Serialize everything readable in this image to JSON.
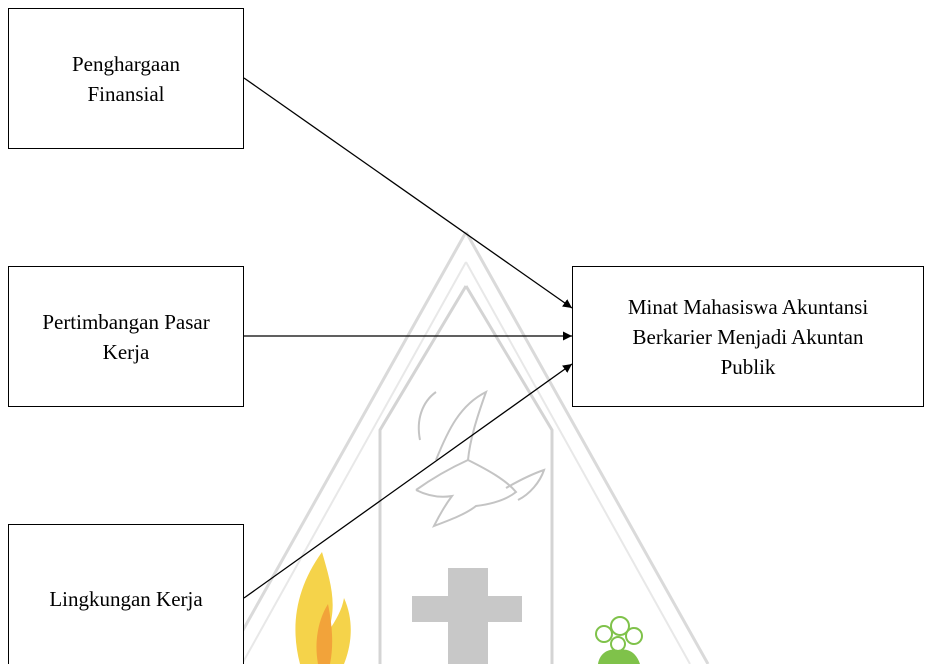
{
  "diagram": {
    "source_nodes": [
      {
        "id": "penghargaan",
        "lines": [
          "Penghargaan",
          "Finansial"
        ]
      },
      {
        "id": "pertimbangan",
        "lines": [
          "Pertimbangan Pasar",
          "Kerja"
        ]
      },
      {
        "id": "lingkungan",
        "lines": [
          "Lingkungan Kerja"
        ]
      }
    ],
    "target_node": {
      "id": "minat",
      "lines": [
        "Minat Mahasiswa Akuntansi",
        "Berkarier Menjadi Akuntan",
        "Publik"
      ]
    },
    "edges": [
      {
        "from": "penghargaan",
        "to": "minat"
      },
      {
        "from": "pertimbangan",
        "to": "minat"
      },
      {
        "from": "lingkungan",
        "to": "minat"
      }
    ]
  },
  "colors": {
    "line": "#000000",
    "watermark_gray": "#c8c8c8",
    "watermark_light": "#e4e4e4",
    "watermark_yellow": "#f5d34a",
    "watermark_orange": "#f2a33a",
    "watermark_green": "#7fc24a"
  },
  "watermark": {
    "icon_names": [
      "dove-icon",
      "cross-icon",
      "flame-icon",
      "flower-icon",
      "triangle-emblem"
    ]
  }
}
